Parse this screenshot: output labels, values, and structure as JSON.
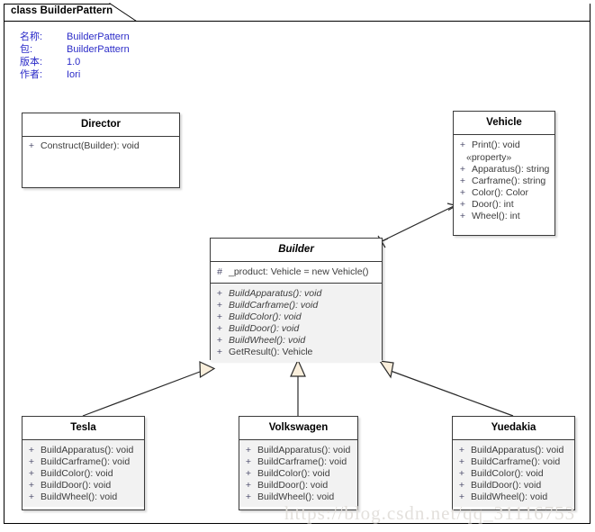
{
  "frame": {
    "title": "class BuilderPattern"
  },
  "metadata": [
    {
      "key": "名称:",
      "value": "BuilderPattern"
    },
    {
      "key": "包:",
      "value": "BuilderPattern"
    },
    {
      "key": "版本:",
      "value": "1.0"
    },
    {
      "key": "作者:",
      "value": "Iori"
    }
  ],
  "classes": {
    "director": {
      "name": "Director",
      "members": [
        {
          "visibility": "+",
          "text": "Construct(Builder): void"
        }
      ]
    },
    "vehicle": {
      "name": "Vehicle",
      "operations": [
        {
          "visibility": "+",
          "text": "Print(): void"
        }
      ],
      "stereotype": "«property»",
      "properties": [
        {
          "visibility": "+",
          "text": "Apparatus(): string"
        },
        {
          "visibility": "+",
          "text": "Carframe(): string"
        },
        {
          "visibility": "+",
          "text": "Color(): Color"
        },
        {
          "visibility": "+",
          "text": "Door(): int"
        },
        {
          "visibility": "+",
          "text": "Wheel(): int"
        }
      ]
    },
    "builder": {
      "name": "Builder",
      "attributes": [
        {
          "visibility": "#",
          "text": "_product: Vehicle = new Vehicle()"
        }
      ],
      "operations": [
        {
          "visibility": "+",
          "text": "BuildApparatus(): void",
          "abstract": true
        },
        {
          "visibility": "+",
          "text": "BuildCarframe(): void",
          "abstract": true
        },
        {
          "visibility": "+",
          "text": "BuildColor(): void",
          "abstract": true
        },
        {
          "visibility": "+",
          "text": "BuildDoor(): void",
          "abstract": true
        },
        {
          "visibility": "+",
          "text": "BuildWheel(): void",
          "abstract": true
        },
        {
          "visibility": "+",
          "text": "GetResult(): Vehicle",
          "abstract": false
        }
      ]
    },
    "tesla": {
      "name": "Tesla",
      "operations": [
        {
          "visibility": "+",
          "text": "BuildApparatus(): void"
        },
        {
          "visibility": "+",
          "text": "BuildCarframe(): void"
        },
        {
          "visibility": "+",
          "text": "BuildColor(): void"
        },
        {
          "visibility": "+",
          "text": "BuildDoor(): void"
        },
        {
          "visibility": "+",
          "text": "BuildWheel(): void"
        }
      ]
    },
    "volkswagen": {
      "name": "Volkswagen",
      "operations": [
        {
          "visibility": "+",
          "text": "BuildApparatus(): void"
        },
        {
          "visibility": "+",
          "text": "BuildCarframe(): void"
        },
        {
          "visibility": "+",
          "text": "BuildColor(): void"
        },
        {
          "visibility": "+",
          "text": "BuildDoor(): void"
        },
        {
          "visibility": "+",
          "text": "BuildWheel(): void"
        }
      ]
    },
    "yuedakia": {
      "name": "Yuedakia",
      "operations": [
        {
          "visibility": "+",
          "text": "BuildApparatus(): void"
        },
        {
          "visibility": "+",
          "text": "BuildCarframe(): void"
        },
        {
          "visibility": "+",
          "text": "BuildColor(): void"
        },
        {
          "visibility": "+",
          "text": "BuildDoor(): void"
        },
        {
          "visibility": "+",
          "text": "BuildWheel(): void"
        }
      ]
    }
  },
  "relationships": [
    {
      "type": "association",
      "from": "Builder",
      "to": "Vehicle"
    },
    {
      "type": "generalization",
      "from": "Tesla",
      "to": "Builder"
    },
    {
      "type": "generalization",
      "from": "Volkswagen",
      "to": "Builder"
    },
    {
      "type": "generalization",
      "from": "Yuedakia",
      "to": "Builder"
    }
  ],
  "watermark": "https://blog.csdn.net/qq_31116753",
  "colors": {
    "compartment_fill": "#f2f2f2",
    "box_border": "#3a3a3a",
    "metadata_text": "#2b2bc8",
    "arrow_fill": "#faefdc",
    "watermark": "#e3e0dc"
  }
}
